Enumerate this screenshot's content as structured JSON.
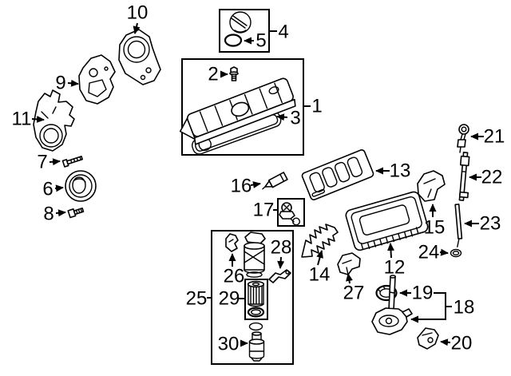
{
  "canvas": {
    "background_color": "#ffffff",
    "line_color": "#000000",
    "label_color": "#000000"
  },
  "callouts": [
    {
      "number": "1",
      "part": "valve-cover-group"
    },
    {
      "number": "2",
      "part": "valve-cover-bolt"
    },
    {
      "number": "3",
      "part": "valve-cover-gasket"
    },
    {
      "number": "4",
      "part": "oil-filler-cap-group"
    },
    {
      "number": "5",
      "part": "filler-cap-seal"
    },
    {
      "number": "6",
      "part": "crankshaft-pulley"
    },
    {
      "number": "7",
      "part": "pulley-bolt"
    },
    {
      "number": "8",
      "part": "flange-bolt"
    },
    {
      "number": "9",
      "part": "upper-timing-cover"
    },
    {
      "number": "10",
      "part": "timing-cover-plate"
    },
    {
      "number": "11",
      "part": "lower-timing-cover"
    },
    {
      "number": "12",
      "part": "oil-pan"
    },
    {
      "number": "13",
      "part": "oil-pan-baffle-tray"
    },
    {
      "number": "14",
      "part": "heat-shield-baffle"
    },
    {
      "number": "15",
      "part": "support-bracket"
    },
    {
      "number": "16",
      "part": "sealant-tube"
    },
    {
      "number": "17",
      "part": "oil-pressure-switch-group"
    },
    {
      "number": "18",
      "part": "oil-pump-group"
    },
    {
      "number": "19",
      "part": "pump-seal-ring"
    },
    {
      "number": "20",
      "part": "pump-bracket"
    },
    {
      "number": "21",
      "part": "oil-dipstick"
    },
    {
      "number": "22",
      "part": "dipstick-tube-upper"
    },
    {
      "number": "23",
      "part": "dipstick-tube-lower"
    },
    {
      "number": "24",
      "part": "tube-o-ring"
    },
    {
      "number": "25",
      "part": "oil-filter-housing-group"
    },
    {
      "number": "26",
      "part": "filter-bracket"
    },
    {
      "number": "27",
      "part": "pan-bracket"
    },
    {
      "number": "28",
      "part": "oil-line-fitting"
    },
    {
      "number": "29",
      "part": "oil-filter-element-kit"
    },
    {
      "number": "30",
      "part": "oil-filter-cap"
    }
  ]
}
